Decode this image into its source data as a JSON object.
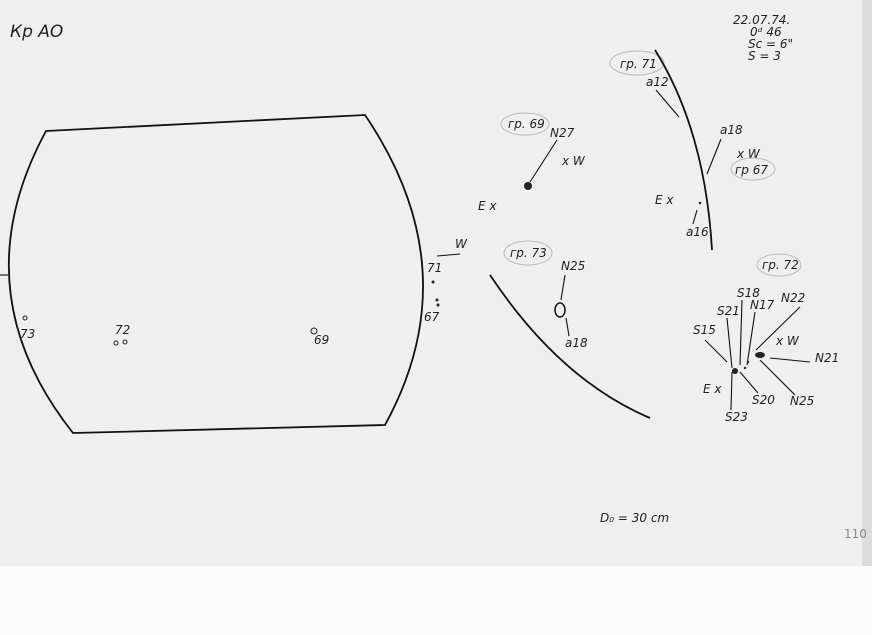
{
  "title": "Кр АО",
  "header": {
    "date": "22.07.74.",
    "time": "0ᵈ 46",
    "sc": "Sc = 6\"",
    "s": "S = 3"
  },
  "disk": {
    "w_label": "W",
    "groups": [
      "71",
      "67",
      "73",
      "72",
      "69"
    ]
  },
  "group69": {
    "title": "гр. 69",
    "spot": "N27",
    "w": "x W",
    "e": "E x"
  },
  "group71": {
    "title": "гр. 71",
    "a12": "a12",
    "a18": "a18",
    "w": "x W",
    "g67": "гр 67",
    "e": "E x",
    "a16": "a16"
  },
  "group73": {
    "title": "гр. 73",
    "n25": "N25",
    "a18": "a18"
  },
  "group72": {
    "title": "гр. 72",
    "s18": "S18",
    "n17": "N17",
    "n22": "N22",
    "s21": "S21",
    "s15": "S15",
    "w": "x W",
    "n21": "N21",
    "e": "E x",
    "s20": "S20",
    "n25": "N25",
    "s23": "S23"
  },
  "footer": {
    "diameter": "D₀ = 30 cm",
    "page_number": "110"
  }
}
